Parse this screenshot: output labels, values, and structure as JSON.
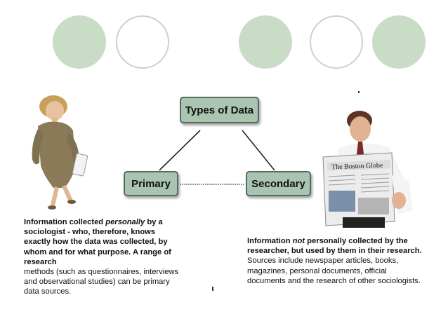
{
  "decorations": {
    "circles": [
      {
        "style": "filled",
        "color": "#c8dcc6"
      },
      {
        "style": "outline",
        "color": "#c6d6c4"
      },
      {
        "style": "filled",
        "color": "#c8dcc6"
      },
      {
        "style": "outline",
        "color": "#c6d6c4"
      },
      {
        "style": "filled",
        "color": "#c8dcc6"
      }
    ]
  },
  "diagram": {
    "root": {
      "label": "Types of Data"
    },
    "left": {
      "label": "Primary"
    },
    "right": {
      "label": "Secondary"
    },
    "node_fill": "#a9c4b1",
    "node_border": "#556b5e"
  },
  "primary_desc": {
    "part1": "Information collected ",
    "emph": "personally",
    "part2": " by a sociologist - who, therefore, knows exactly how the data was collected, by whom and for what purpose. A range of research",
    "part3": "methods (such as questionnaires, interviews and observational studies) can be primary data sources."
  },
  "secondary_desc": {
    "part1": "Information ",
    "emph": "not",
    "part2": " personally collected by the researcher, but used by them in their research.",
    "part3": "Sources include newspaper articles, books, magazines, personal documents, official documents and the research of other sociologists."
  },
  "images": {
    "woman": "woman-with-clipboard-image",
    "man": "man-reading-newspaper-image",
    "newspaper_masthead": "The Boston Globe"
  }
}
